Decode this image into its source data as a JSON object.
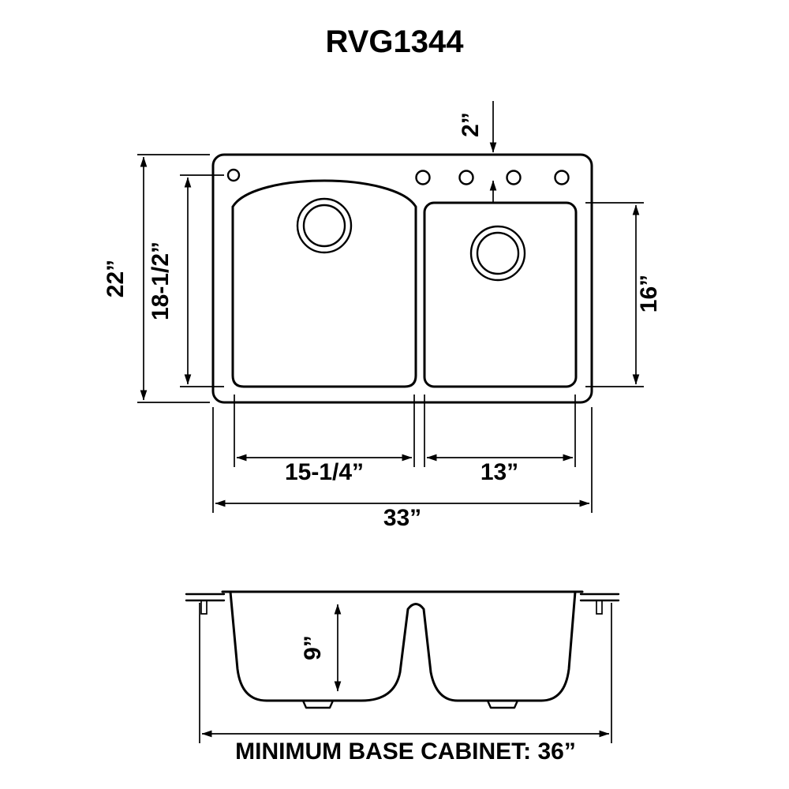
{
  "title": "RVG1344",
  "top_view": {
    "hole_offset": "2”",
    "overall_depth": "22”",
    "left_bowl_depth": "18-1/2”",
    "right_bowl_depth": "16”",
    "left_bowl_width": "15-1/4”",
    "right_bowl_width": "13”",
    "overall_width": "33”"
  },
  "front_view": {
    "bowl_depth": "9”",
    "base_cabinet": "MINIMUM BASE CABINET: 36”"
  }
}
